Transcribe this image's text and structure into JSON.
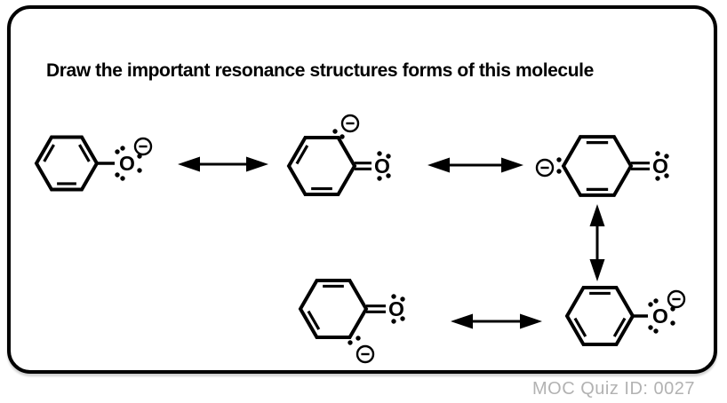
{
  "title": "Draw the important resonance structures forms of this molecule",
  "footer": {
    "quiz_id_label": "MOC Quiz ID: 0027"
  },
  "labels": {
    "oxygen": "O",
    "negative_charge_symbol": "⊖"
  },
  "colors": {
    "ink": "#000000",
    "frame_border": "#000000",
    "background": "#ffffff",
    "footer_text": "#b2b2b2"
  },
  "structures": [
    {
      "id": "phenoxide-top-left",
      "type": "phenoxide anion",
      "charge_on": "oxygen"
    },
    {
      "id": "ortho-carbanion-top",
      "type": "cyclohexadienone carbanion",
      "charge_on": "ortho carbon top"
    },
    {
      "id": "para-carbanion-right",
      "type": "cyclohexadienone carbanion",
      "charge_on": "para carbon left"
    },
    {
      "id": "ortho-carbanion-bottom",
      "type": "cyclohexadienone carbanion",
      "charge_on": "ortho carbon bottom"
    },
    {
      "id": "phenoxide-bottom-right",
      "type": "phenoxide anion",
      "charge_on": "oxygen"
    }
  ],
  "arrows": [
    {
      "id": "resonance-arrow-1",
      "kind": "double-headed",
      "between": [
        "phenoxide-top-left",
        "ortho-carbanion-top"
      ]
    },
    {
      "id": "resonance-arrow-2",
      "kind": "double-headed",
      "between": [
        "ortho-carbanion-top",
        "para-carbanion-right"
      ]
    },
    {
      "id": "resonance-arrow-3",
      "kind": "double-headed",
      "between": [
        "para-carbanion-right",
        "phenoxide-bottom-right"
      ]
    },
    {
      "id": "resonance-arrow-4",
      "kind": "double-headed",
      "between": [
        "ortho-carbanion-bottom",
        "phenoxide-bottom-right"
      ]
    }
  ]
}
